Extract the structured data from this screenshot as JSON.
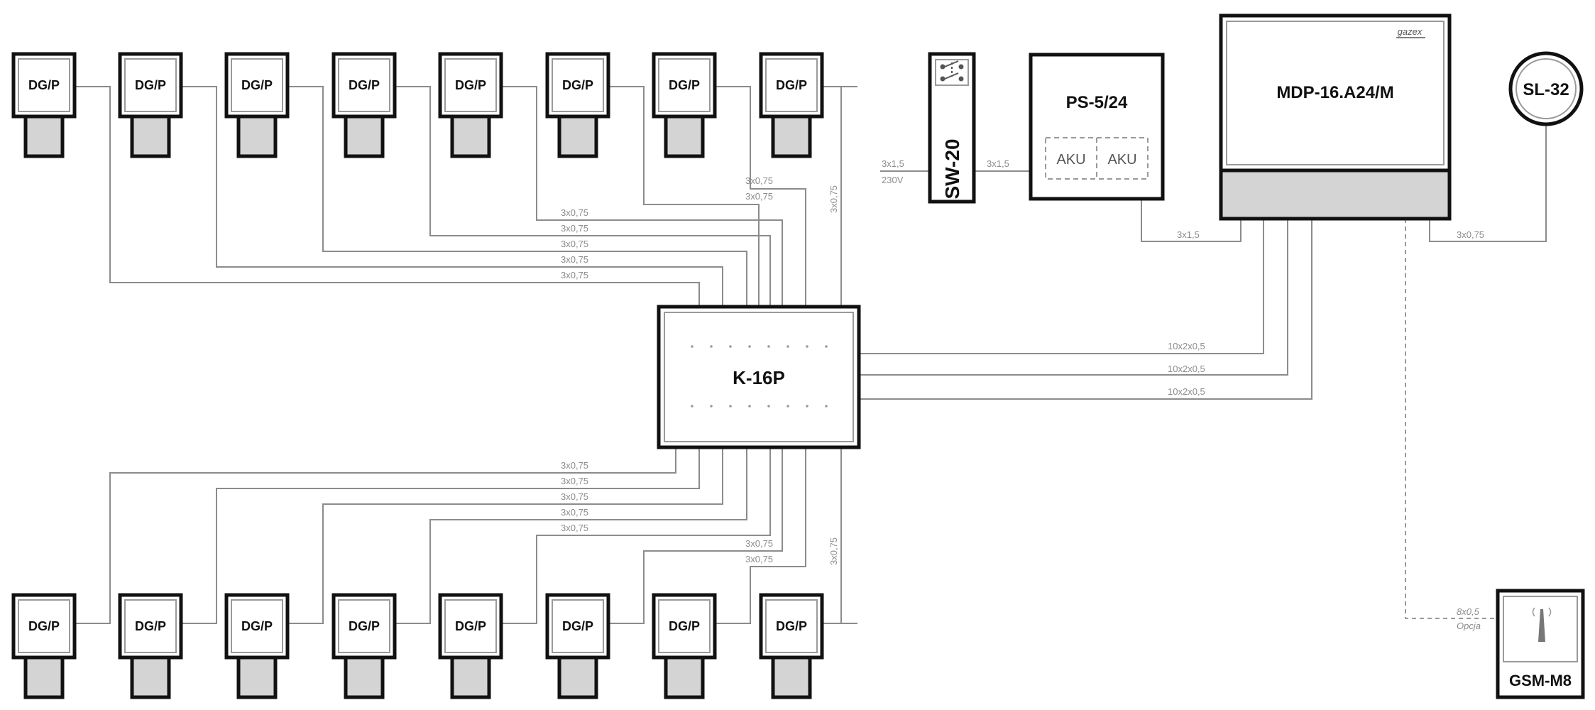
{
  "detector_label": "DG/P",
  "hub": {
    "name": "K-16P"
  },
  "controller": {
    "name": "MDP-16.A24/M",
    "brand": "gazex"
  },
  "power_supply": {
    "name": "PS-5/24",
    "batteries": [
      "AKU",
      "AKU"
    ]
  },
  "switch": {
    "name": "SW-20"
  },
  "signaller": {
    "name": "SL-32"
  },
  "gsm": {
    "name": "GSM-M8"
  },
  "cables": {
    "detector": "3x0,75",
    "mains": "3x1,5",
    "mains_voltage": "230V",
    "power": "3x1,5",
    "bus": "10x2x0,5",
    "signaller": "3x0,75",
    "gsm": "8x0,5",
    "gsm_note": "Opcja"
  },
  "colors": {
    "line": "#8c8c8c",
    "device_border": "#111111",
    "fill_gray": "#d4d4d4"
  }
}
